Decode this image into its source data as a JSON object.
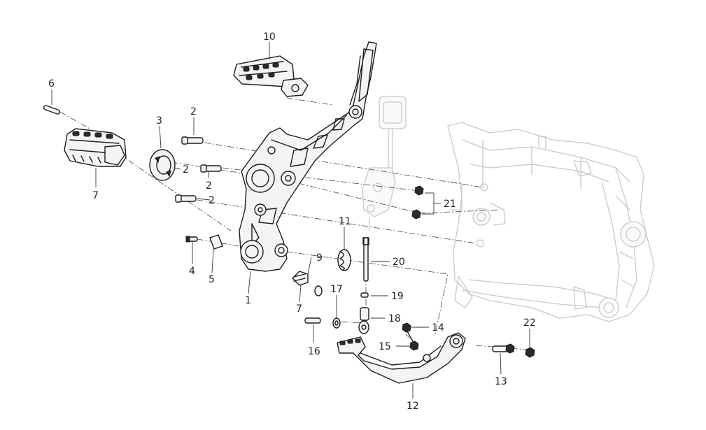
{
  "callouts": {
    "c1": "1",
    "c2a": "2",
    "c2b": "2",
    "c2c": "2",
    "c2d": "2",
    "c3": "3",
    "c4": "4",
    "c5": "5",
    "c6": "6",
    "c7a": "7",
    "c7b": "7",
    "c9": "9",
    "c10": "10",
    "c11": "11",
    "c12": "12",
    "c13": "13",
    "c14": "14",
    "c15": "15",
    "c16": "16",
    "c17": "17",
    "c18": "18",
    "c19": "19",
    "c20": "20",
    "c21": "21",
    "c22": "22"
  },
  "colors": {
    "line": "#1c1c1c",
    "ghost": "#c8c8c8",
    "background": "#ffffff"
  }
}
